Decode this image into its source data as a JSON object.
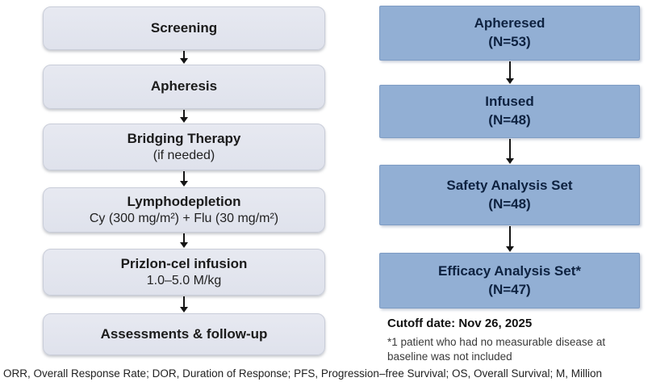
{
  "left_flow": {
    "boxes": [
      {
        "title": "Screening",
        "subtitle": ""
      },
      {
        "title": "Apheresis",
        "subtitle": ""
      },
      {
        "title": "Bridging Therapy",
        "subtitle": "(if needed)"
      },
      {
        "title": "Lymphodepletion",
        "subtitle": "Cy (300 mg/m²) + Flu (30 mg/m²)"
      },
      {
        "title": "Prizlon-cel infusion",
        "subtitle": "1.0–5.0 M/kg"
      },
      {
        "title": "Assessments & follow-up",
        "subtitle": ""
      }
    ]
  },
  "right_flow": {
    "boxes": [
      {
        "title": "Apheresed",
        "count": "(N=53)"
      },
      {
        "title": "Infused",
        "count": "(N=48)"
      },
      {
        "title": "Safety Analysis Set",
        "count": "(N=48)"
      },
      {
        "title": "Efficacy Analysis Set*",
        "count": "(N=47)"
      }
    ]
  },
  "notes": {
    "cutoff": "Cutoff date: Nov 26, 2025",
    "footnote": "*1 patient who had no measurable disease at baseline was not included"
  },
  "abbreviations": "ORR, Overall Response Rate; DOR, Duration of Response; PFS, Progression–free Survival; OS, Overall Survival; M, Million",
  "colors": {
    "left_box_fill": "#e2e5ee",
    "right_box_fill": "#92afd4",
    "right_box_text": "#0e2240",
    "arrow": "#151515"
  }
}
